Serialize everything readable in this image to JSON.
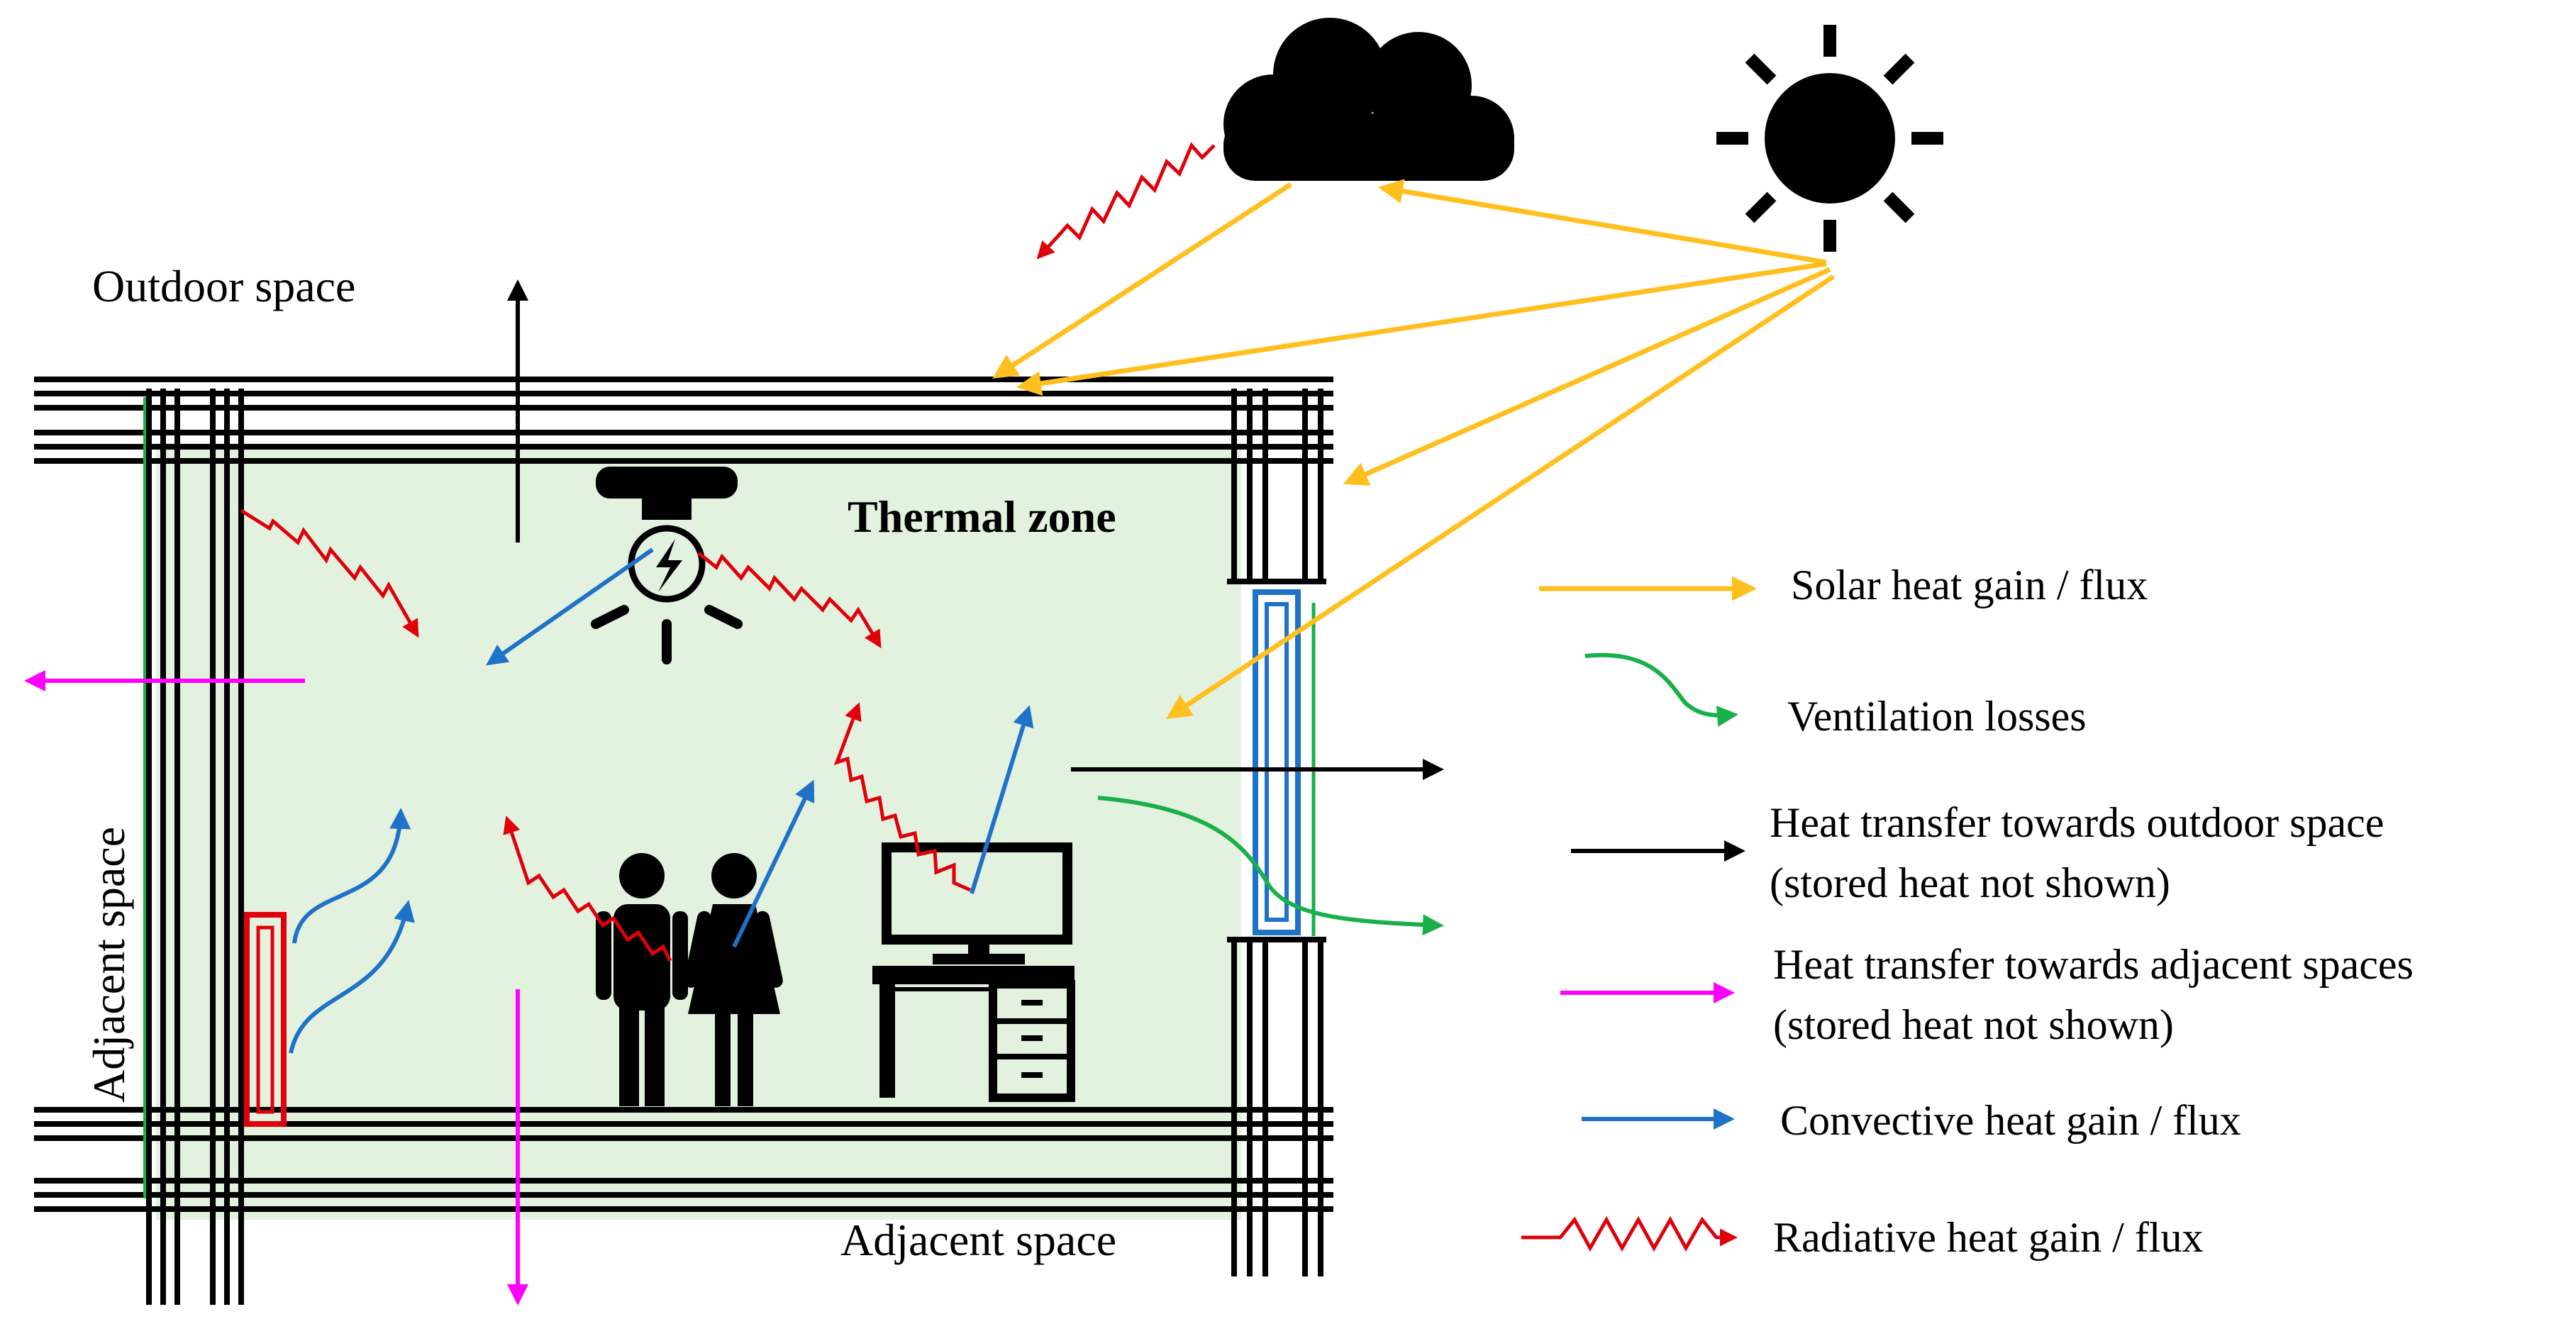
{
  "labels": {
    "outdoor": "Outdoor space",
    "zone": "Thermal zone",
    "adjacent_left": "Adjacent space",
    "adjacent_bottom": "Adjacent space"
  },
  "legend": {
    "solar": "Solar heat gain / flux",
    "ventilation": "Ventilation losses",
    "outdoor_line1": "Heat transfer towards outdoor space",
    "outdoor_line2": "(stored heat not shown)",
    "adjacent_line1": "Heat transfer towards adjacent spaces",
    "adjacent_line2": "(stored heat not shown)",
    "convective": "Convective heat gain / flux",
    "radiative": "Radiative heat gain / flux"
  },
  "colors": {
    "solar": "#FFBF1E",
    "ventilation": "#19B04A",
    "outdoor": "#000000",
    "adjacent": "#FF00FF",
    "convective": "#1E72C8",
    "radiative": "#E0000B",
    "zone_fill": "#E3F1DF",
    "wall": "#000000"
  },
  "icons": [
    "cloud-icon",
    "sun-icon",
    "light-bulb-icon",
    "people-icon",
    "computer-desk-icon",
    "radiator-icon",
    "window-icon"
  ]
}
